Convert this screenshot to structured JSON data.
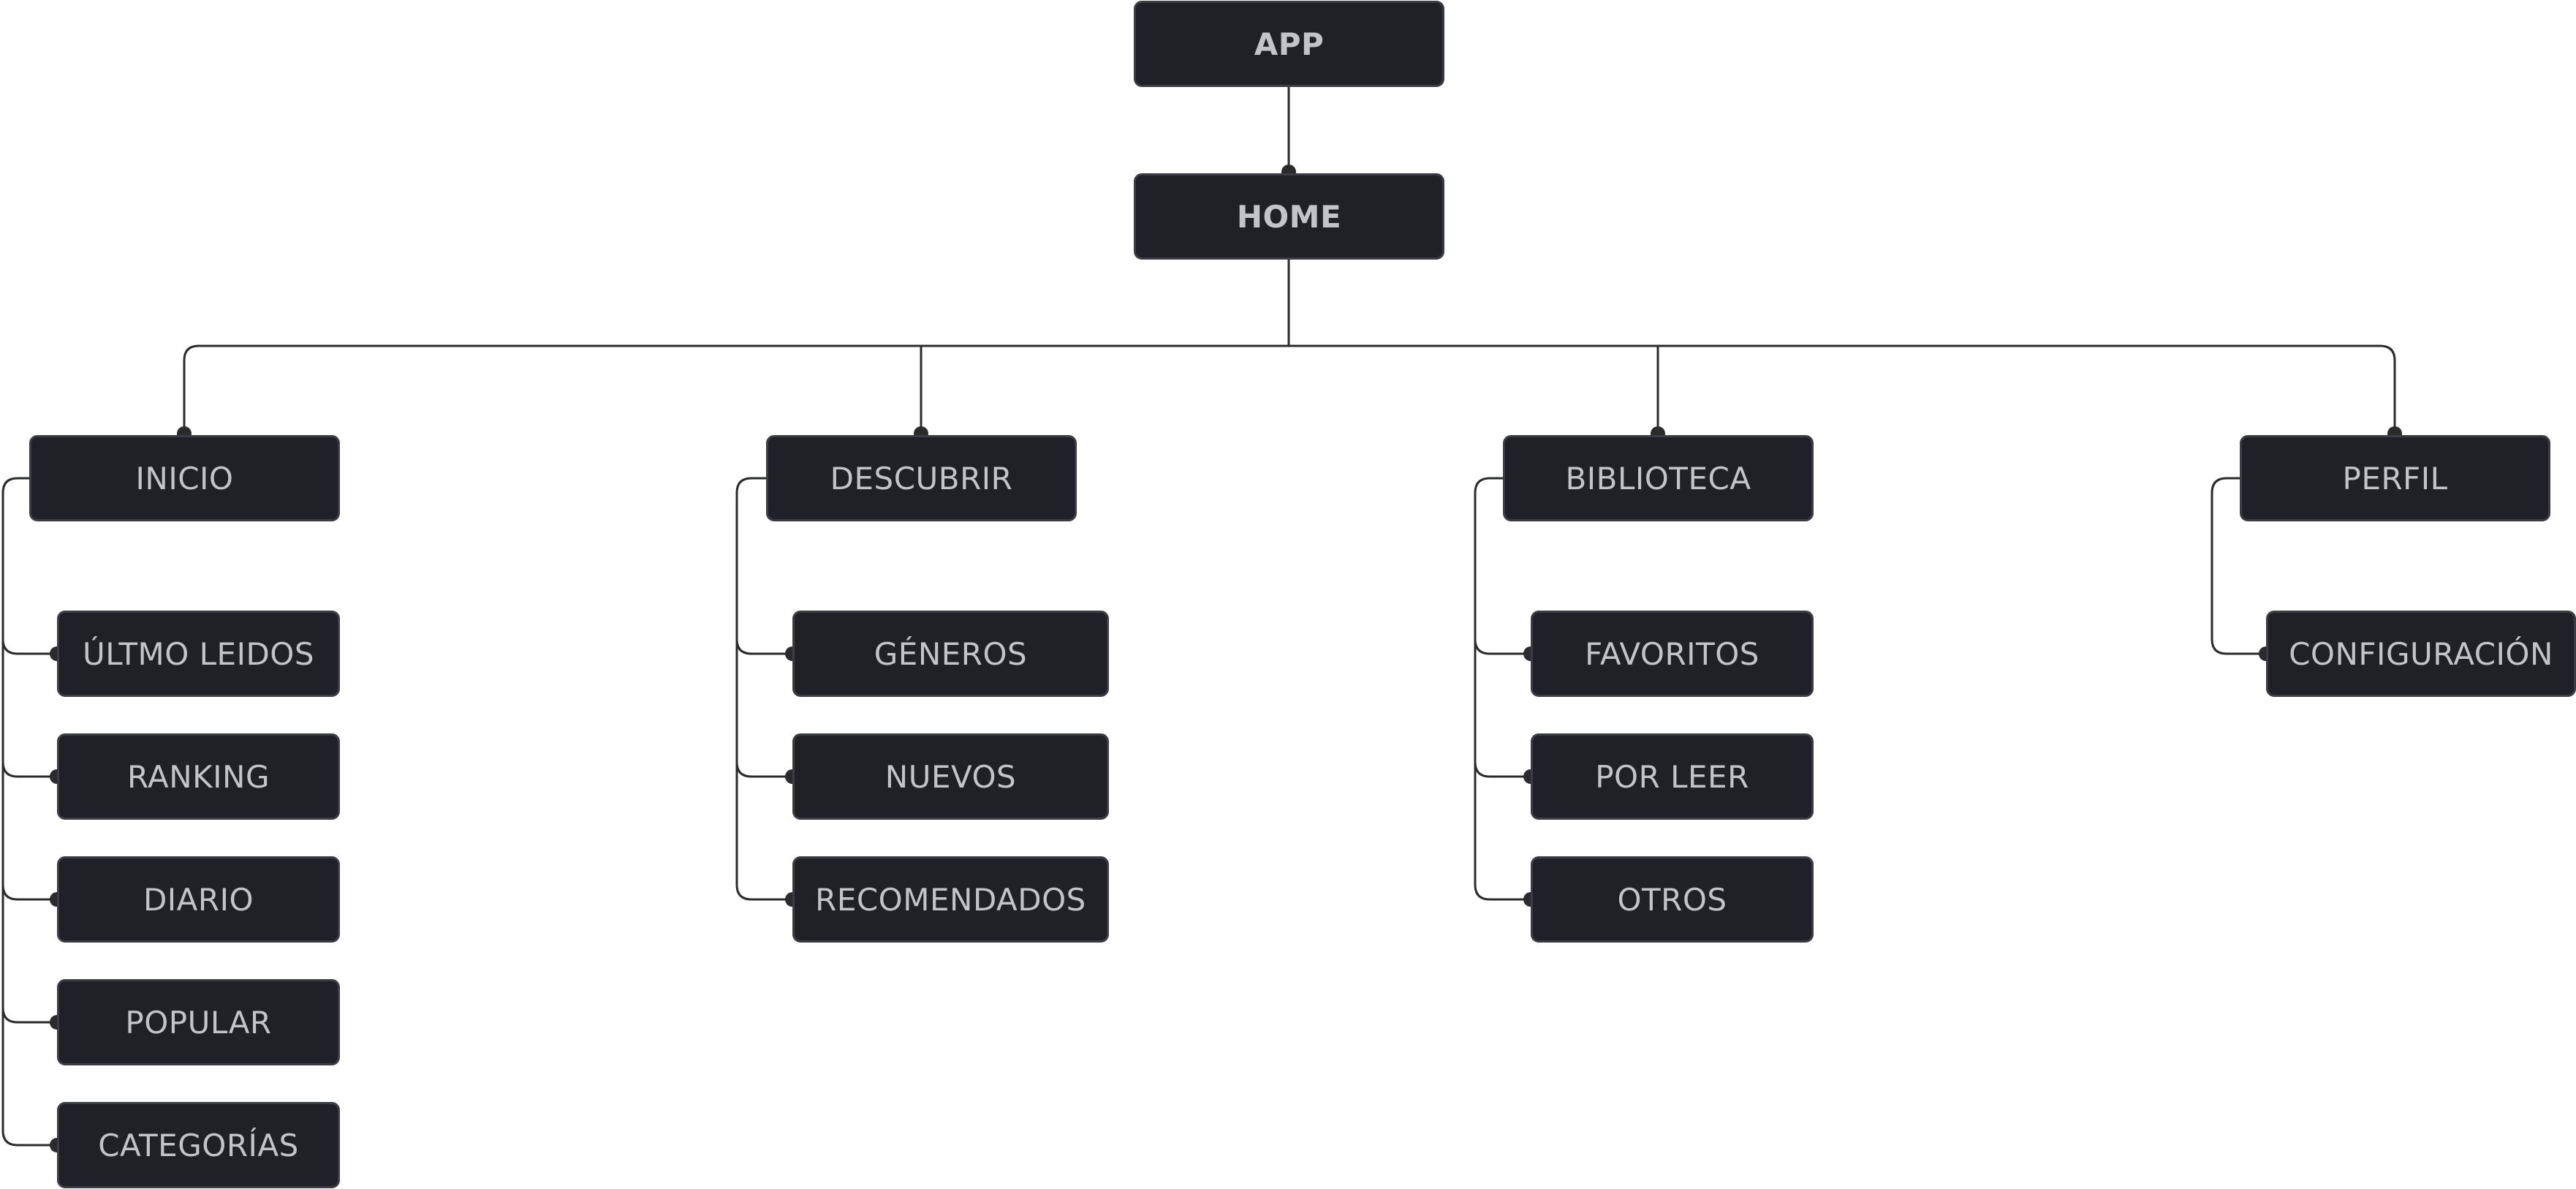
{
  "colors": {
    "background": "#ffffff",
    "node_fill": "#202126",
    "node_border": "#3c3d44",
    "node_text": "#c3c4c9",
    "connector": "#2b2b2e"
  },
  "nodes": {
    "app": "APP",
    "home": "HOME",
    "inicio": "INICIO",
    "descubrir": "DESCUBRIR",
    "biblioteca": "BIBLIOTECA",
    "perfil": "PERFIL",
    "ultimo_leidos": "ÚLTMO LEIDOS",
    "ranking": "RANKING",
    "diario": "DIARIO",
    "popular": "POPULAR",
    "categorias": "CATEGORÍAS",
    "generos": "GÉNEROS",
    "nuevos": "NUEVOS",
    "recomendados": "RECOMENDADOS",
    "favoritos": "FAVORITOS",
    "por_leer": "POR LEER",
    "otros": "OTROS",
    "configuracion": "CONFIGURACIÓN"
  },
  "edges": [
    [
      "app",
      "home"
    ],
    [
      "home",
      "inicio"
    ],
    [
      "home",
      "descubrir"
    ],
    [
      "home",
      "biblioteca"
    ],
    [
      "home",
      "perfil"
    ],
    [
      "inicio",
      "ultimo_leidos"
    ],
    [
      "inicio",
      "ranking"
    ],
    [
      "inicio",
      "diario"
    ],
    [
      "inicio",
      "popular"
    ],
    [
      "inicio",
      "categorias"
    ],
    [
      "descubrir",
      "generos"
    ],
    [
      "descubrir",
      "nuevos"
    ],
    [
      "descubrir",
      "recomendados"
    ],
    [
      "biblioteca",
      "favoritos"
    ],
    [
      "biblioteca",
      "por_leer"
    ],
    [
      "biblioteca",
      "otros"
    ],
    [
      "perfil",
      "configuracion"
    ]
  ]
}
